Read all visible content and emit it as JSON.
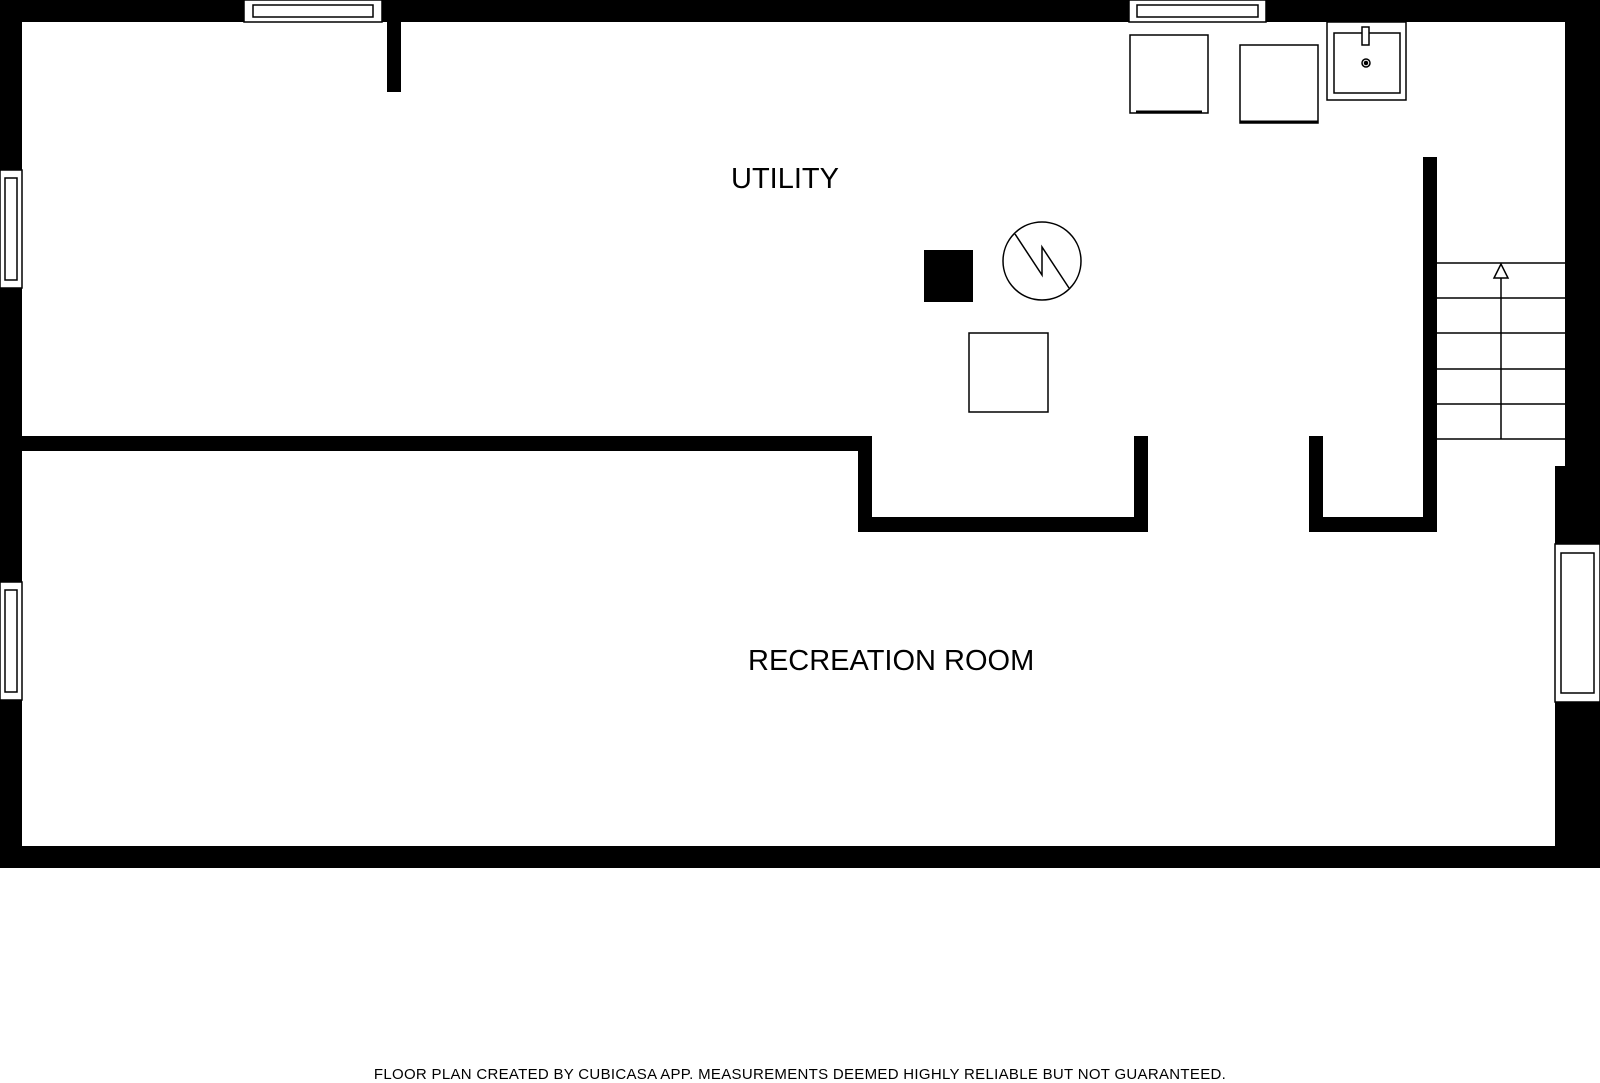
{
  "rooms": {
    "utility": "UTILITY",
    "recreation": "RECREATION ROOM"
  },
  "footer": {
    "disclaimer": "FLOOR PLAN CREATED BY CUBICASA APP. MEASUREMENTS DEEMED HIGHLY RELIABLE BUT NOT GUARANTEED."
  },
  "colors": {
    "wall": "#000000",
    "background": "#ffffff"
  }
}
